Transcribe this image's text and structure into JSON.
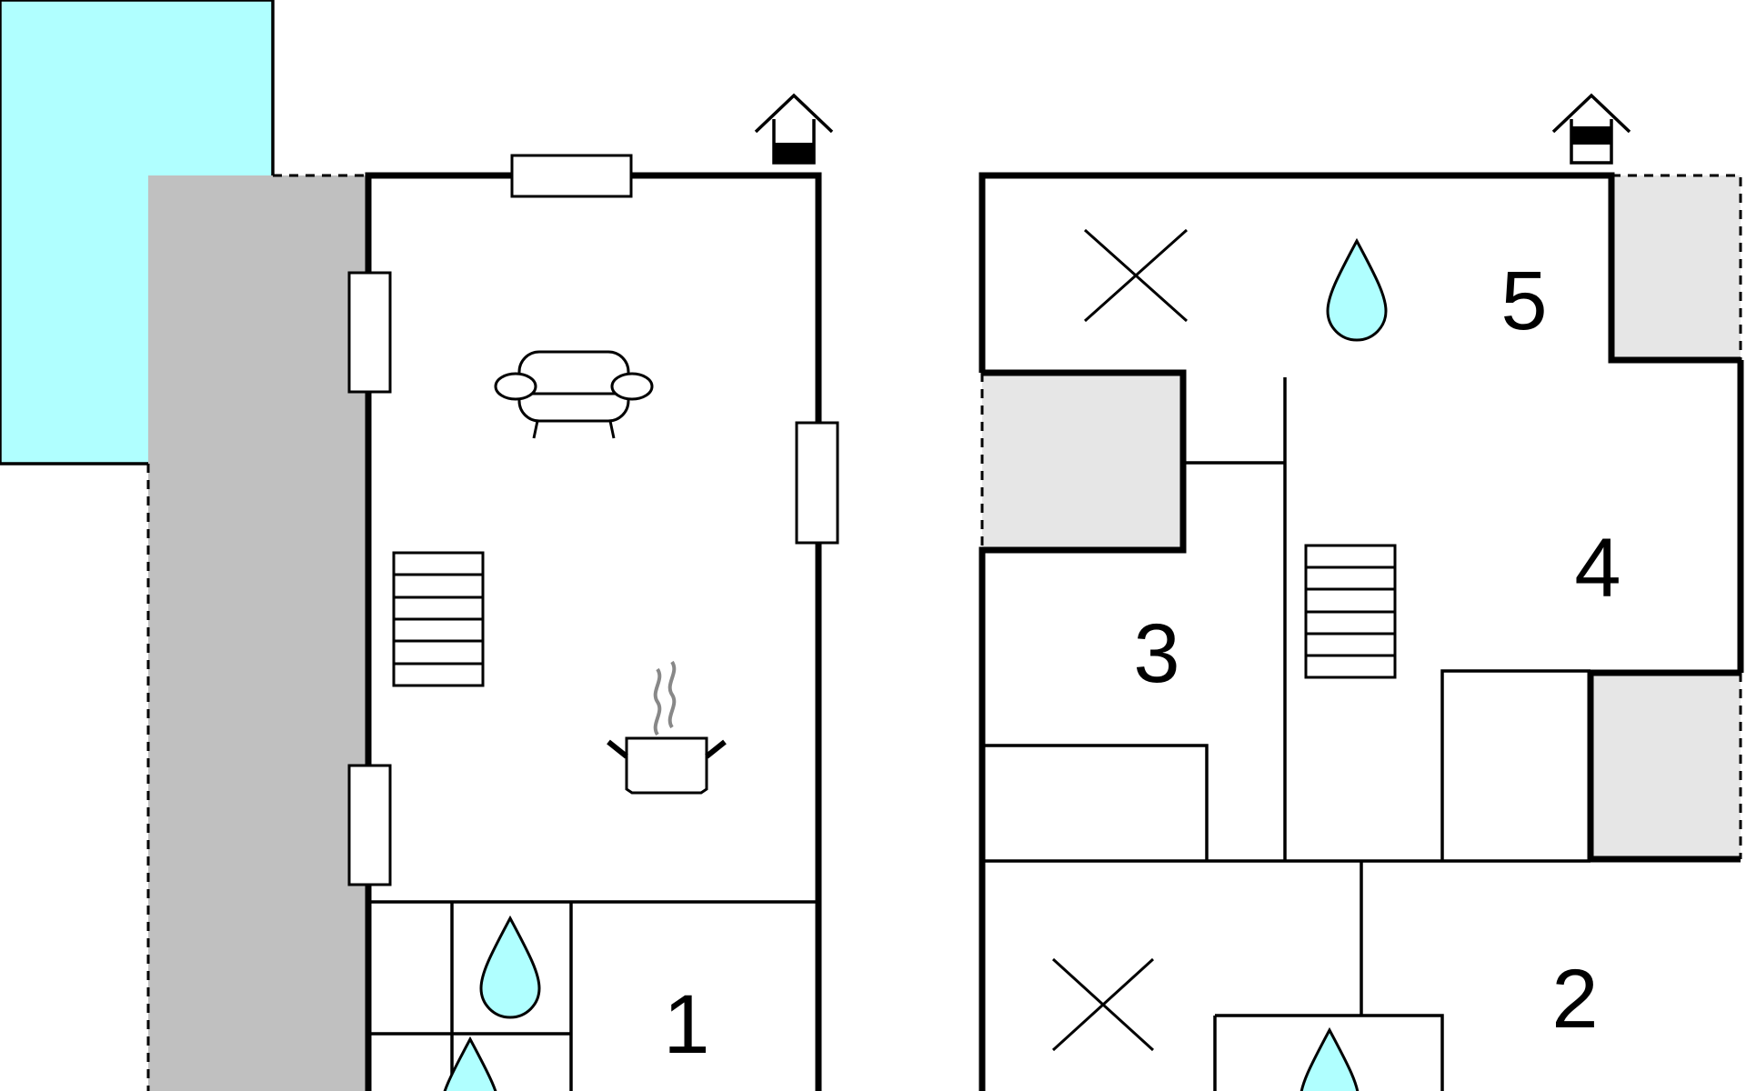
{
  "colors": {
    "pool": "#b0ffff",
    "terrace": "#c0c0c0",
    "balcony": "#e6e6e6",
    "water_drop": "#b0ffff",
    "steam": "#888888"
  },
  "icons": {
    "north_marker": "house-arrow-icon",
    "sofa": "sofa-icon",
    "cooking": "cooking-pot-icon",
    "stairs": "stairs-icon",
    "bathroom": "water-drop-icon",
    "bedroom": "bed-cross-icon"
  },
  "rooms": {
    "r1": "1",
    "r2": "2",
    "r3": "3",
    "r4": "4",
    "r5": "5"
  }
}
